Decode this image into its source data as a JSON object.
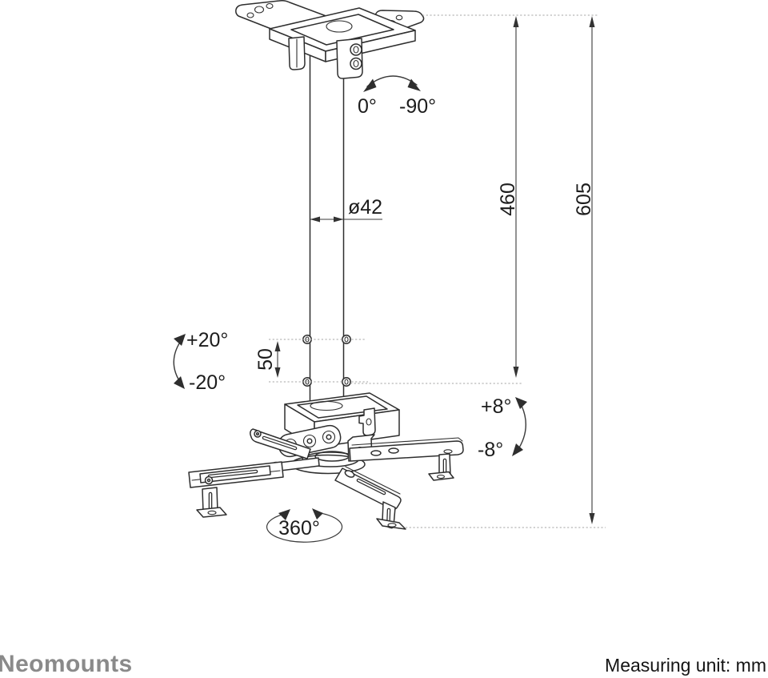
{
  "footer": {
    "brand": "Neomounts",
    "measuring_unit": "Measuring unit: mm"
  },
  "annotations": {
    "ceiling_swivel": {
      "left": "0°",
      "right": "-90°"
    },
    "pole_diameter": "ø42",
    "pole_height": "460",
    "total_height": "605",
    "height_step": "50",
    "tilt": {
      "up": "+20°",
      "down": "-20°"
    },
    "fine_tilt": {
      "up": "+8°",
      "down": "-8°"
    },
    "rotation": "360°"
  },
  "colors": {
    "drawing_line": "#2e2e2e",
    "dimension_line": "#333333",
    "dotted_line": "#a6a6a5",
    "label_text": "#1c1c1c",
    "brand_gray": "#8a8a8a",
    "background": "#ffffff"
  }
}
